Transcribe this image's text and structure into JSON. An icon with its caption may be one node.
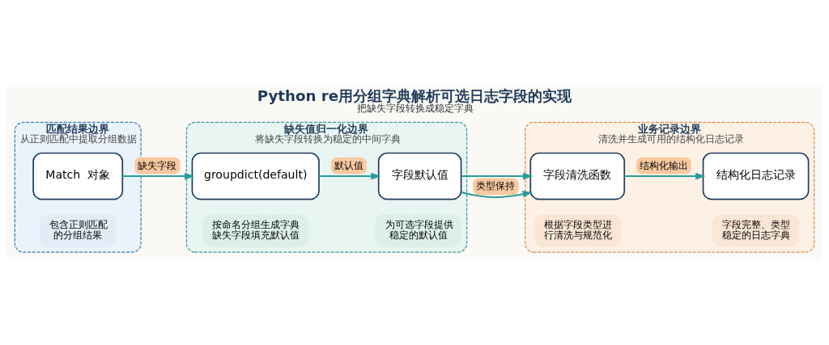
{
  "diagram": {
    "title": "Python re用分组字典解析可选日志字段的实现",
    "caption": "把缺失字段转换成稳定字典",
    "nodes": [
      {
        "text": [
          "匹配结果边界",
          "从正则匹配中提取分组数据"
        ]
      },
      {
        "text": [
          "Match  对象"
        ],
        "in": 0
      },
      {
        "text": [
          "包含正则匹配的分组结果"
        ],
        "in": 0
      },
      {
        "text": [
          "缺失值归一化边界",
          "将缺失字段转换为稳定的中间字典"
        ]
      },
      {
        "text": [
          "groupdict(default)"
        ],
        "in": 3
      },
      {
        "text": [
          "按命名分组生成字典缺失字段填充默认值"
        ],
        "in": 3
      },
      {
        "text": [
          "字段默认值"
        ],
        "in": 3
      },
      {
        "text": [
          "为可选字段提供稳定的默认值"
        ],
        "in": 3
      },
      {
        "text": [
          "业务记录边界",
          "清洗并生成可用的结构化日志记录"
        ]
      },
      {
        "text": [
          "字段清洗函数"
        ],
        "in": 8
      },
      {
        "text": [
          "根据字段类型进行清洗与规范化"
        ],
        "in": 8
      },
      {
        "text": [
          "结构化日志记录"
        ],
        "in": 8
      },
      {
        "text": [
          "字段完整、类型稳定的日志字典"
        ],
        "in": 8
      }
    ],
    "edges": [
      {
        "from": 1,
        "to": 4,
        "arrow": "to",
        "label": "缺失字段"
      },
      {
        "from": 4,
        "to": 6,
        "arrow": "to",
        "label": "默认值"
      },
      {
        "from": 6,
        "to": 9,
        "arrow": "to",
        "label": "类型保持"
      },
      {
        "from": 9,
        "to": 11,
        "arrow": "to",
        "label": "结构化输出"
      }
    ]
  }
}
